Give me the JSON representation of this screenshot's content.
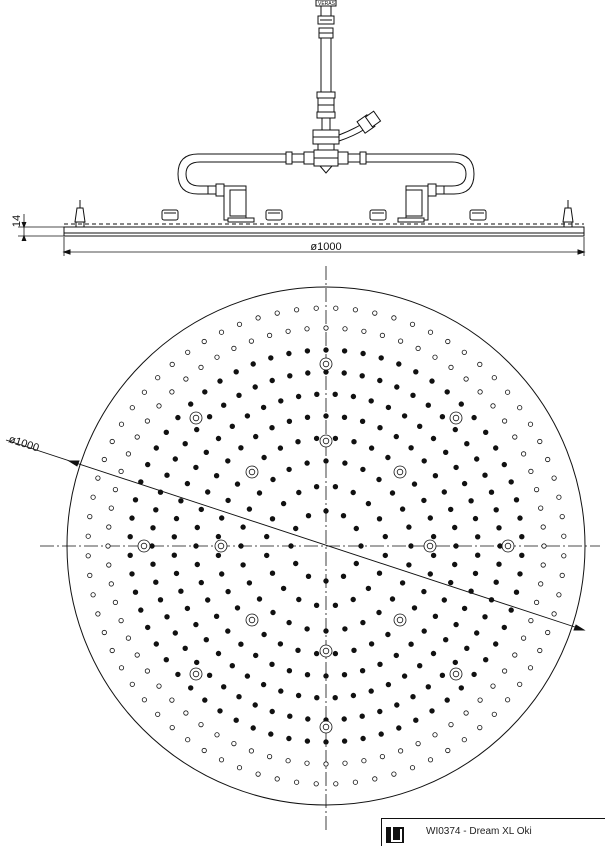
{
  "side_view": {
    "height_dim": "14",
    "width_dim": "ø1000",
    "connector_label": "VERAS"
  },
  "plan_view": {
    "diameter_dim": "ø1000"
  },
  "title_block": {
    "text": "WI0374 - Dream XL Oki",
    "logo": "brand-logo"
  },
  "colors": {
    "line": "#111111",
    "background": "#ffffff"
  }
}
